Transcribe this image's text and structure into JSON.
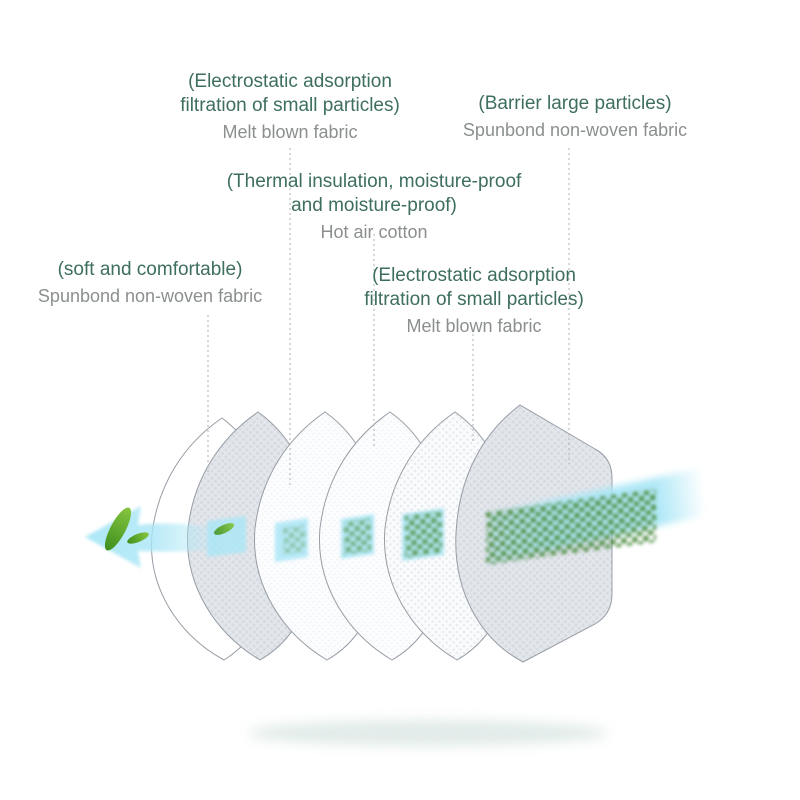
{
  "labels": {
    "meltblown_top": {
      "line1": "(Electrostatic adsorption",
      "line2": "filtration of small particles)",
      "material": "Melt blown fabric"
    },
    "spunbond_outer": {
      "line1": "(Barrier large particles)",
      "material": "Spunbond non-woven fabric"
    },
    "hot_air_cotton": {
      "line1": "(Thermal insulation, moisture-proof",
      "line2": "and moisture-proof)",
      "material": "Hot air cotton"
    },
    "spunbond_inner": {
      "line1": "(soft and comfortable)",
      "material": "Spunbond non-woven fabric"
    },
    "meltblown_mid": {
      "line1": "(Electrostatic adsorption",
      "line2": "filtration of small particles)",
      "material": "Melt blown fabric"
    }
  },
  "colors": {
    "label_accent": "#3E6E60",
    "label_secondary": "#8B8F90",
    "airflow_cyan": "#A9E6F6",
    "particle_green": "#4C8C3F",
    "layer_gray": "#E3E6EB",
    "layer_white": "#FCFDFE",
    "layer_outline": "#979DA5",
    "leader_line": "#ACB1B3",
    "shadow": "#DCE8E5"
  }
}
